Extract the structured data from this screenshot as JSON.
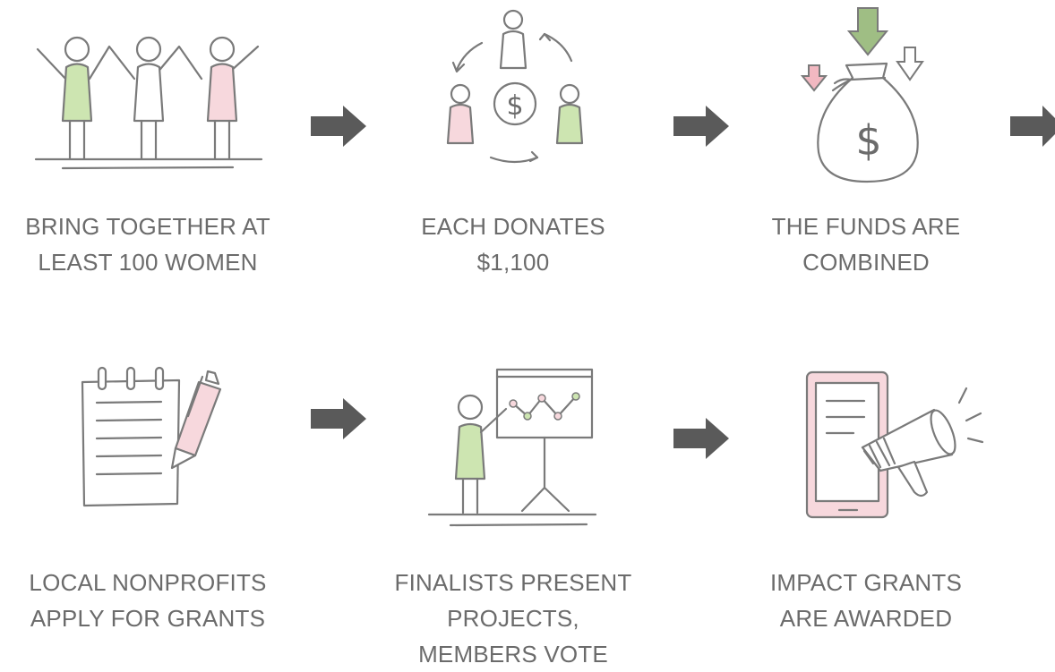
{
  "steps": [
    {
      "line1": "BRING TOGETHER AT",
      "line2": "LEAST 100 WOMEN",
      "line3": "",
      "icon": "women-group-icon"
    },
    {
      "line1": "EACH DONATES",
      "line2": "$1,100",
      "line3": "",
      "icon": "donation-circle-icon"
    },
    {
      "line1": "THE FUNDS ARE",
      "line2": "COMBINED",
      "line3": "",
      "icon": "money-bag-icon"
    },
    {
      "line1": "LOCAL NONPROFITS",
      "line2": "APPLY FOR GRANTS",
      "line3": "",
      "icon": "notepad-pen-icon"
    },
    {
      "line1": "FINALISTS PRESENT",
      "line2": "PROJECTS,",
      "line3": "MEMBERS VOTE",
      "icon": "presentation-board-icon"
    },
    {
      "line1": "IMPACT GRANTS",
      "line2": "ARE AWARDED",
      "line3": "",
      "icon": "tablet-megaphone-icon"
    }
  ],
  "colors": {
    "text": "#6b6b6b",
    "arrow": "#5a5a5a",
    "accent_green": "#cde5b1",
    "accent_pink": "#f7d8dd"
  },
  "glyphs": {
    "dollar": "$"
  }
}
